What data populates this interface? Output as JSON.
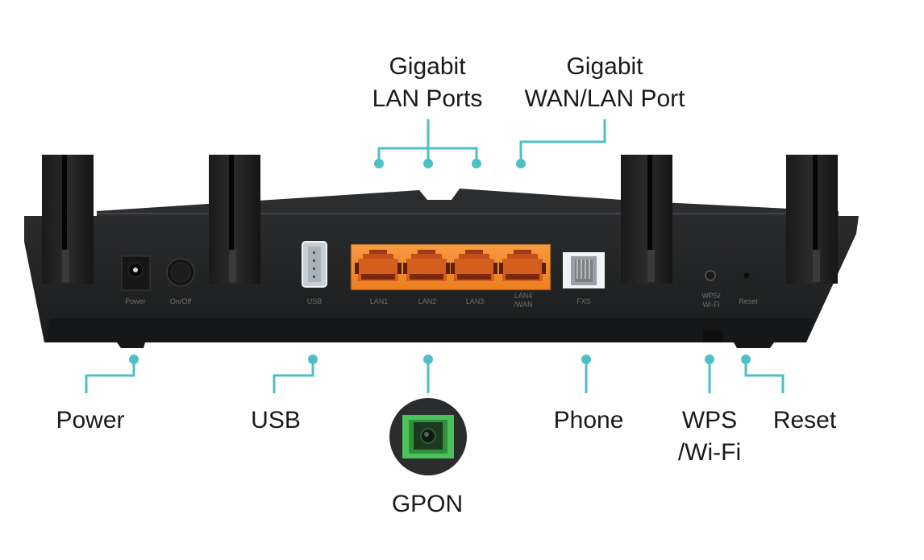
{
  "figure": {
    "subject": "Router rear panel",
    "accent_color": "#4fbfc6",
    "body_color": "#1f2021",
    "port_color": "#f08a2c",
    "gpon_color": "#3fb54a"
  },
  "callouts_top": [
    {
      "id": "lan-ports",
      "line1": "Gigabit",
      "line2": "LAN Ports"
    },
    {
      "id": "wan-lan-port",
      "line1": "Gigabit",
      "line2": "WAN/LAN Port"
    }
  ],
  "callouts_bottom": [
    {
      "id": "power",
      "line1": "Power",
      "line2": ""
    },
    {
      "id": "usb",
      "line1": "USB",
      "line2": ""
    },
    {
      "id": "gpon",
      "line1": "GPON",
      "line2": ""
    },
    {
      "id": "phone",
      "line1": "Phone",
      "line2": ""
    },
    {
      "id": "wps",
      "line1": "WPS",
      "line2": "/Wi-Fi"
    },
    {
      "id": "reset",
      "line1": "Reset",
      "line2": ""
    }
  ],
  "panel_labels": {
    "power": "Power",
    "onoff": "On/Off",
    "usb": "USB",
    "lan1": "LAN1",
    "lan2": "LAN2",
    "lan3": "LAN3",
    "lan4_line1": "LAN4",
    "lan4_line2": "/WAN",
    "fxs": "FXS",
    "wps_line1": "WPS/",
    "wps_line2": "Wi-Fi",
    "reset": "Reset"
  }
}
